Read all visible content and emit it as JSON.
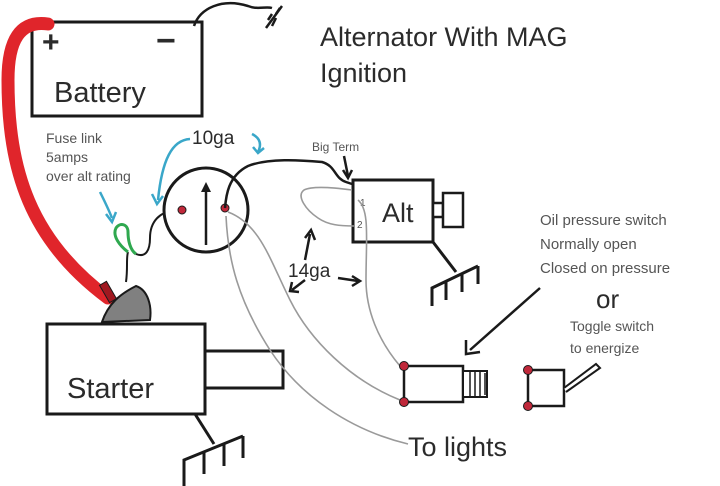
{
  "title": {
    "line1": "Alternator With MAG",
    "line2": "Ignition"
  },
  "battery": {
    "label": "Battery",
    "positive_symbol": "+",
    "negative_symbol": "−"
  },
  "starter": {
    "label": "Starter"
  },
  "alternator": {
    "label": "Alt",
    "terminal_1": "1",
    "terminal_2": "2",
    "big_term_label": "Big Term"
  },
  "annotations": {
    "fuse_link": [
      "Fuse link",
      "5amps",
      "over alt rating"
    ],
    "wire_10ga": "10ga",
    "wire_14ga": "14ga",
    "oil_switch": [
      "Oil pressure switch",
      "Normally open",
      "Closed on pressure"
    ],
    "or": "or",
    "toggle_switch": [
      "Toggle switch",
      "to energize"
    ],
    "to_lights": "To lights"
  },
  "colors": {
    "battery_cable": "#e0252b",
    "fuse_link": "#2fa84f",
    "callout_arrow": "#3aa7c9",
    "terminal_dot": "#c0283a",
    "solenoid_cap": "#808080",
    "wire_14ga": "#9a9a9a",
    "outline": "#1a1a1a"
  }
}
